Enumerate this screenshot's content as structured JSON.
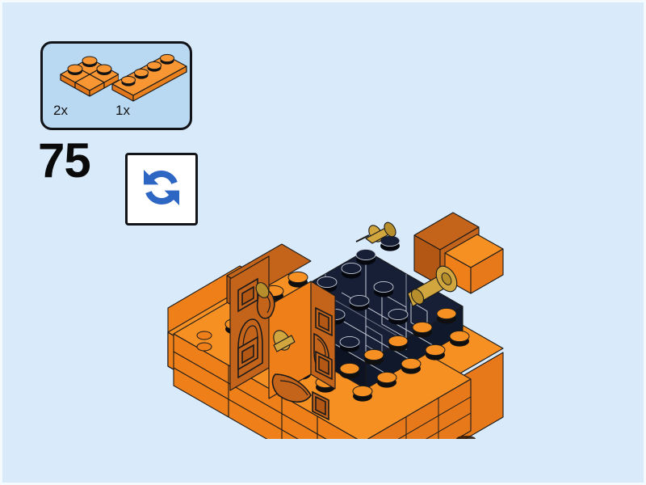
{
  "page": {
    "background_color": "#d9eafb",
    "border_color": "#f4fafe",
    "type": "lego-building-instruction-step"
  },
  "step": {
    "number": "75",
    "label": "75"
  },
  "parts_callout": {
    "border_color": "#111318",
    "fill_color": "#b9d8f2",
    "parts": [
      {
        "name": "corner-plate-2x2",
        "quantity_label": "2x",
        "color": "#f58220",
        "description": "orange 2x2 corner plate",
        "studs": 3
      },
      {
        "name": "plate-1x4",
        "quantity_label": "1x",
        "color": "#f58220",
        "description": "orange 1x4 plate",
        "studs": 4
      }
    ]
  },
  "rotate_hint": {
    "icon_name": "rotate-model-icon",
    "arrow_color": "#2e66c4",
    "box_fill": "#ffffff",
    "box_border": "#131417",
    "tooltip": "Rotate the model"
  },
  "model": {
    "name": "lego-assembly-orange-box",
    "colors": {
      "orange_top": "#f58a22",
      "orange_front": "#f2861f",
      "orange_side": "#f07f18",
      "orange_dark": "#c4641a",
      "orange_darker": "#b05714",
      "navy": "#121a2e",
      "navy_dark": "#0b1020",
      "navy_light": "#1b2540",
      "tan": "#d1a43c",
      "tan_dark": "#b08a2c",
      "outline": "#1a1a1a",
      "outline_light": "#c8cdd8"
    },
    "description": "Isometric orange LEGO brick enclosure with dark navy interior frame, tan technic axles and ornamental window-frame bricks on the left wall."
  }
}
